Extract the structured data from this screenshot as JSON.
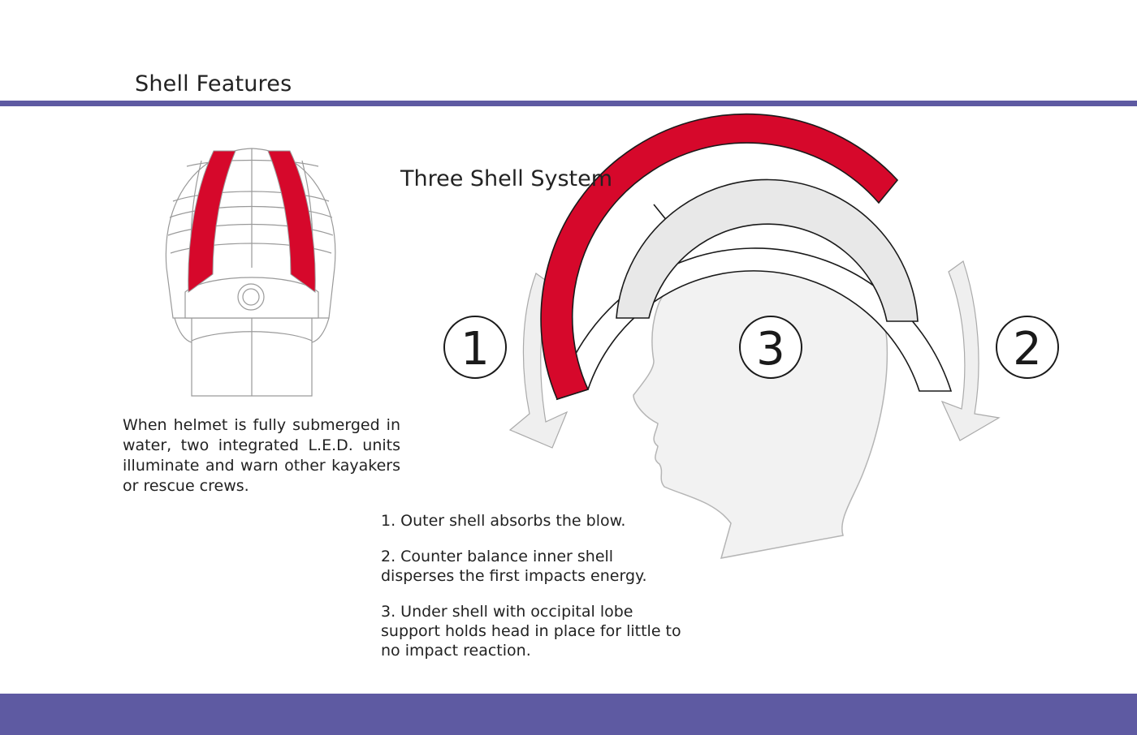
{
  "page": {
    "title": "Shell Features"
  },
  "theme": {
    "band_color": "#5e5aa2",
    "shell_red": "#d6082b",
    "inner_gray": "#e8e8e8",
    "head_fill": "#f2f2f2",
    "arrow_fill": "#efefef"
  },
  "led_description": "When helmet is fully submerged in water, two integrated L.E.D. units illuminate and warn other kayakers or rescue crews.",
  "three_shell": {
    "title": "Three Shell System",
    "markers": {
      "outer": "1",
      "inner": "2",
      "under": "3"
    },
    "points": [
      "1. Outer shell absorbs the blow.",
      "2. Counter balance inner shell disperses the first impacts energy.",
      "3. Under shell with occipital lobe support holds head in place for little to no impact reaction."
    ]
  }
}
